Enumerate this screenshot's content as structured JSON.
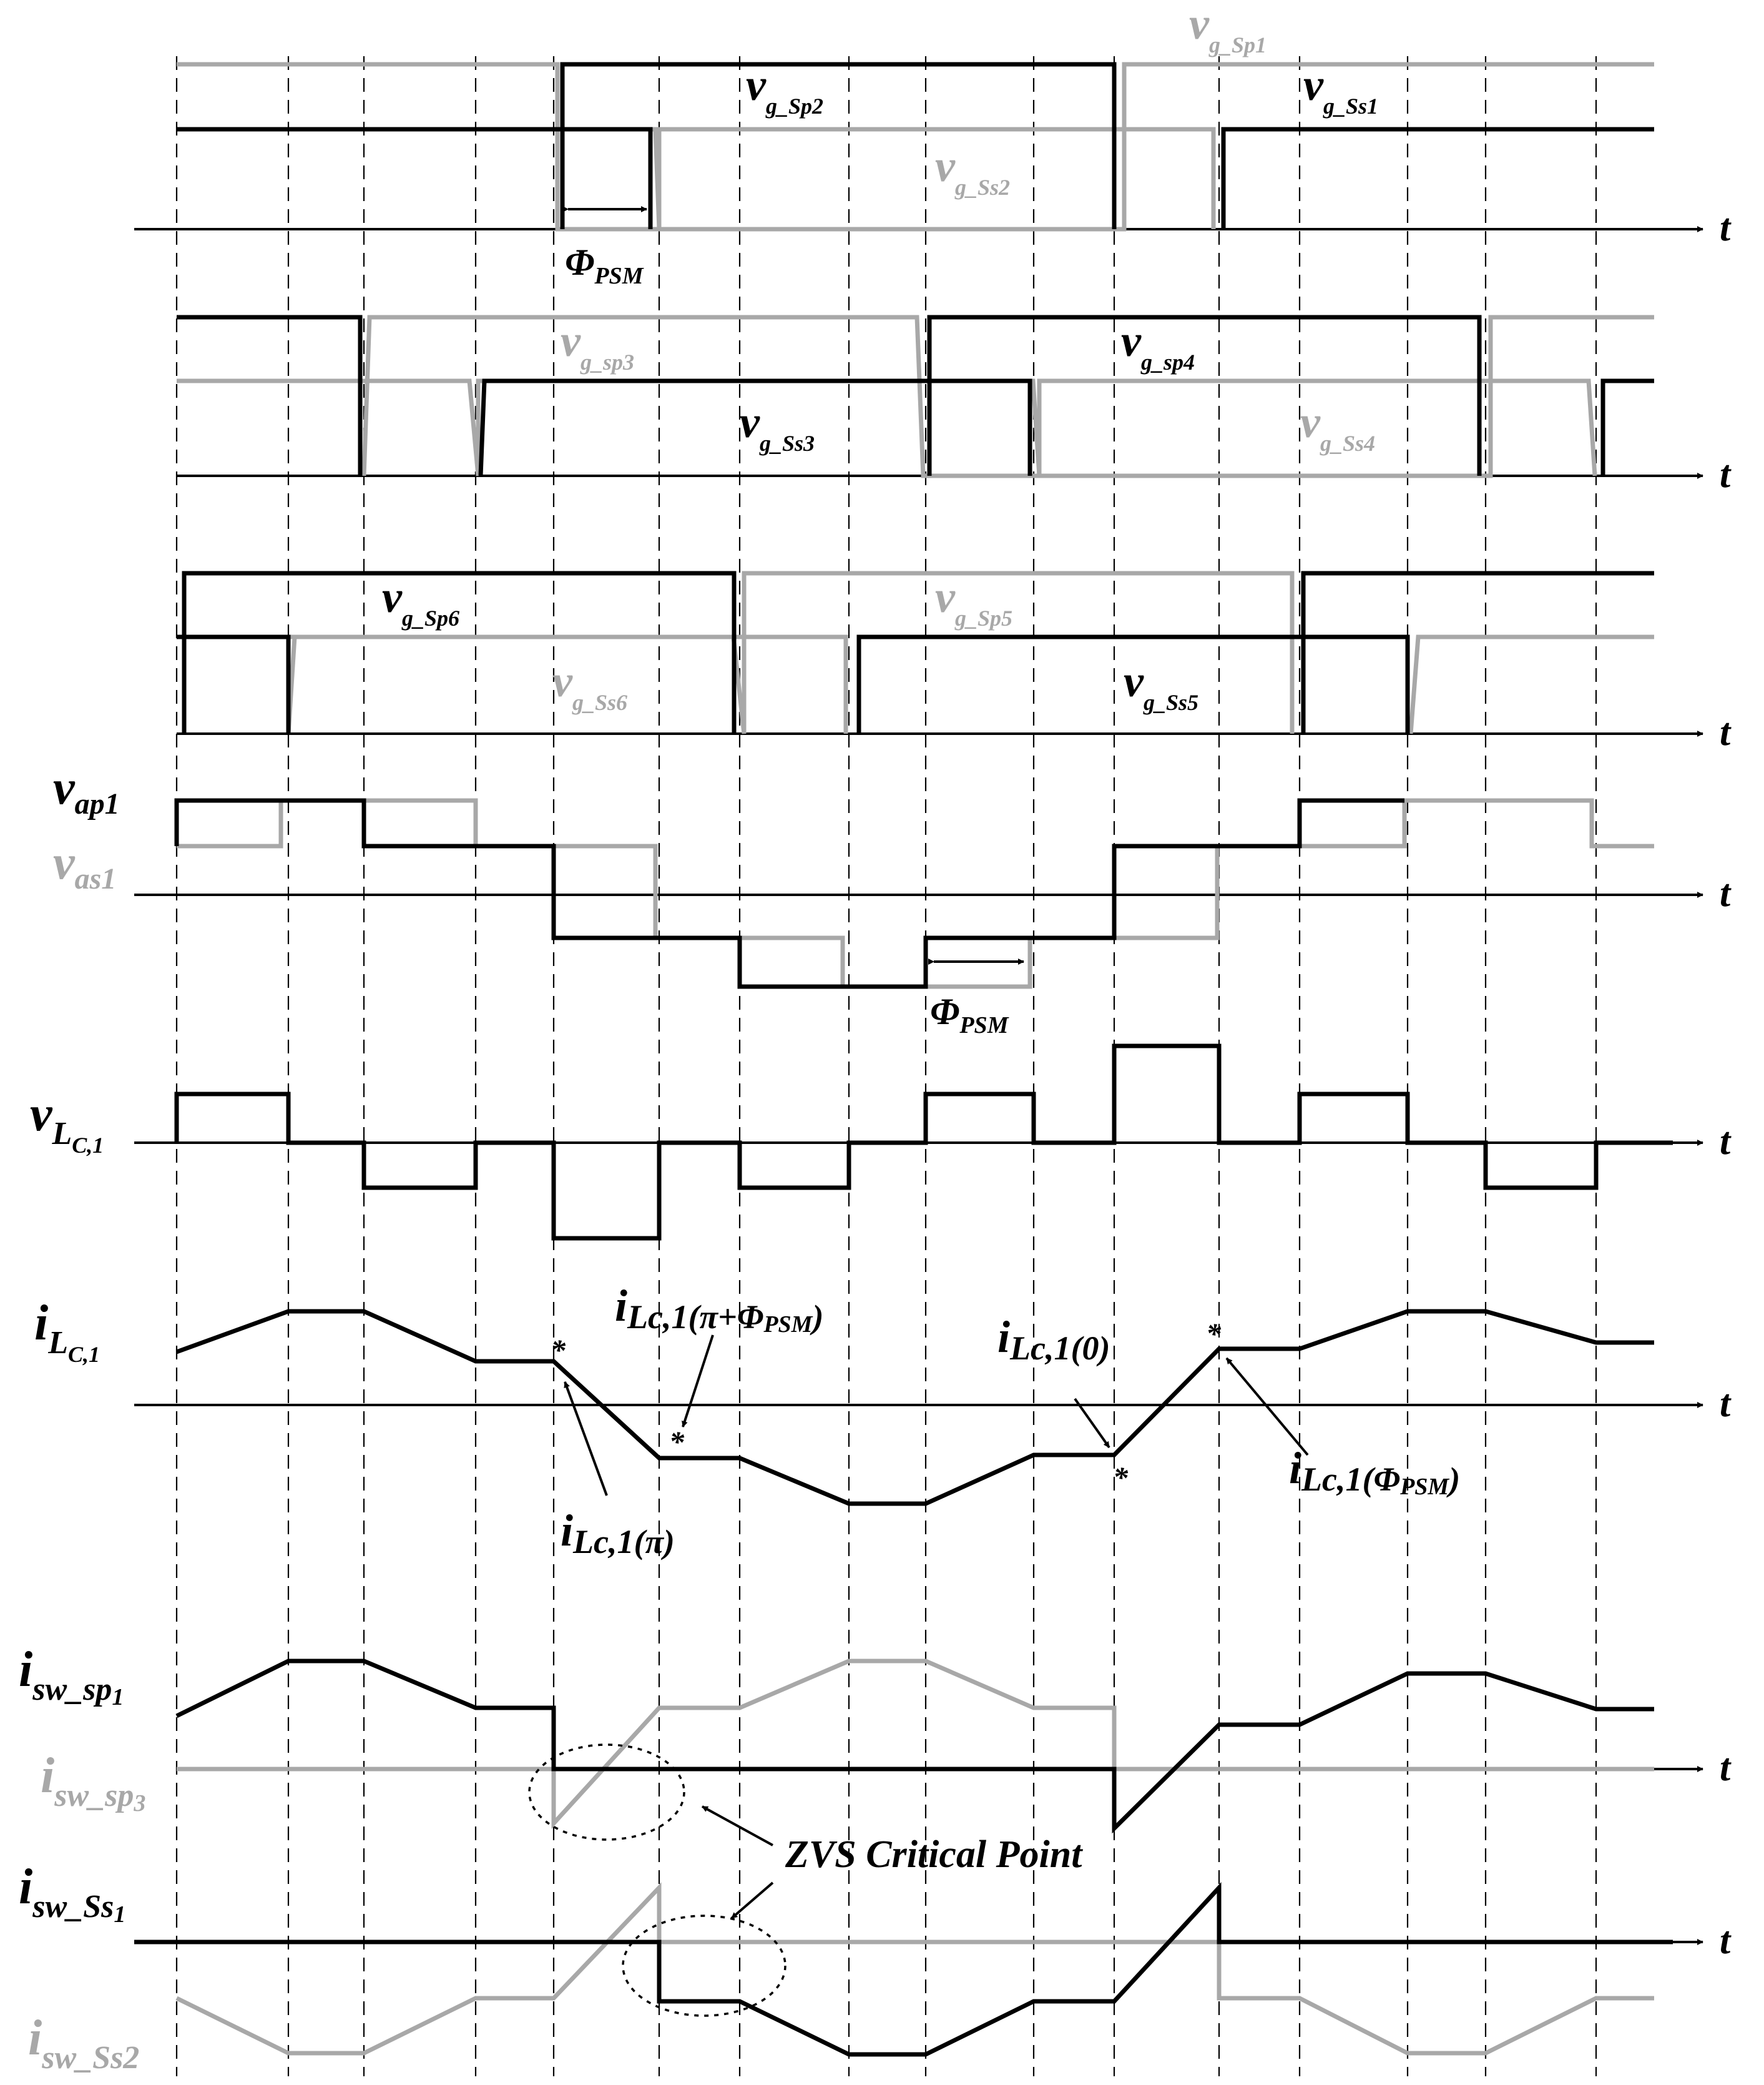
{
  "labels": {
    "time": "t",
    "phi_psm": "Φ",
    "phi_psm_sub": "PSM",
    "v_g_sp1": "v",
    "v_g_sp1_sub": "g_Sp1",
    "v_g_sp2": "v",
    "v_g_sp2_sub": "g_Sp2",
    "v_g_ss1": "v",
    "v_g_ss1_sub": "g_Ss1",
    "v_g_ss2": "v",
    "v_g_ss2_sub": "g_Ss2",
    "v_g_sp3": "v",
    "v_g_sp3_sub": "g_sp3",
    "v_g_sp4": "v",
    "v_g_sp4_sub": "g_sp4",
    "v_g_ss3": "v",
    "v_g_ss3_sub": "g_Ss3",
    "v_g_ss4": "v",
    "v_g_ss4_sub": "g_Ss4",
    "v_g_sp6": "v",
    "v_g_sp6_sub": "g_Sp6",
    "v_g_sp5": "v",
    "v_g_sp5_sub": "g_Sp5",
    "v_g_ss6": "v",
    "v_g_ss6_sub": "g_Ss6",
    "v_g_ss5": "v",
    "v_g_ss5_sub": "g_Ss5",
    "v_ap1": "v",
    "v_ap1_sub": "ap1",
    "v_as1": "v",
    "v_as1_sub": "as1",
    "v_lc1": "v",
    "v_lc1_sub": "L",
    "v_lc1_sub2": "C,1",
    "i_lc1": "i",
    "i_lc1_sub": "L",
    "i_lc1_sub2": "C,1",
    "i_lc1_pi_phi": "i",
    "i_lc1_pi_phi_sub": "Lc,1(π",
    "i_lc1_pi_phi_plus": "+Φ",
    "i_lc1_pi_phi_psm": "PSM",
    "i_lc1_pi_phi_close": ")",
    "i_lc1_zero": "i",
    "i_lc1_zero_sub": "Lc,1(0)",
    "i_lc1_pi": "i",
    "i_lc1_pi_sub": "Lc,1(π)",
    "i_lc1_phi": "i",
    "i_lc1_phi_sub": "Lc,1(",
    "i_lc1_phi_phi": "Φ",
    "i_lc1_phi_psm": "PSM",
    "i_lc1_phi_close": ")",
    "star": "*",
    "i_sw_sp1": "i",
    "i_sw_sp1_sub": "sw_sp",
    "i_sw_sp1_num": "1",
    "i_sw_sp3": "i",
    "i_sw_sp3_sub": "sw_sp",
    "i_sw_sp3_num": "3",
    "i_sw_ss1": "i",
    "i_sw_ss1_sub": "sw_Ss",
    "i_sw_ss1_num": "1",
    "i_sw_ss2": "i",
    "i_sw_ss2_sub": "sw_Ss2",
    "zvs_critical_point": "ZVS Critical Point"
  },
  "colors": {
    "primary": "#000000",
    "secondary": "#a8a8a8",
    "background": "#ffffff"
  }
}
